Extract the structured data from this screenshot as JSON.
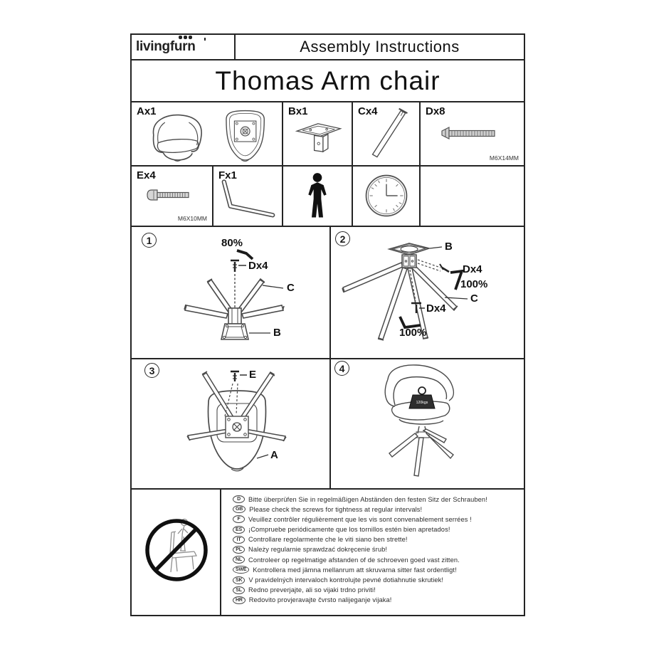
{
  "header": {
    "logo": "livingfurn",
    "title": "Assembly Instructions"
  },
  "product": {
    "title": "Thomas Arm chair"
  },
  "parts": {
    "ax1": {
      "code": "Ax1"
    },
    "bx1": {
      "code": "Bx1"
    },
    "cx4": {
      "code": "Cx4"
    },
    "dx8": {
      "code": "Dx8",
      "size": "M6X14MM"
    },
    "ex4": {
      "code": "Ex4",
      "size": "M6X10MM"
    },
    "fx1": {
      "code": "Fx1"
    }
  },
  "steps": {
    "s1": {
      "num": "1",
      "torque": "80%",
      "screw_label": "Dx4",
      "leg_label": "C",
      "base_label": "B"
    },
    "s2": {
      "num": "2",
      "base_label": "B",
      "screw_label_top": "Dx4",
      "torque_top": "100%",
      "leg_label": "C",
      "screw_label_bottom": "Dx4",
      "torque_bottom": "100%"
    },
    "s3": {
      "num": "3",
      "bolt_label": "E",
      "seat_label": "A"
    },
    "s4": {
      "num": "4",
      "weight_label": "120kgs"
    }
  },
  "notices": [
    {
      "lang": "D",
      "text": "Bitte überprüfen Sie in regelmäßigen Abständen den festen Sitz der Schrauben!"
    },
    {
      "lang": "GB",
      "text": "Please check the screws for tightness at regular intervals!"
    },
    {
      "lang": "F",
      "text": "Veuillez contrôler régulièrement que les vis sont convenablement serrées !"
    },
    {
      "lang": "ES",
      "text": "¡Compruebe periódicamente que los tornillos estén bien apretados!"
    },
    {
      "lang": "IT",
      "text": "Controllare regolarmente che le viti siano ben strette!"
    },
    {
      "lang": "PL",
      "text": "Należy regularnie sprawdzać dokręcenie śrub!"
    },
    {
      "lang": "NL",
      "text": "Controleer op regelmatige afstanden of de schroeven goed vast zitten."
    },
    {
      "lang": "SWE",
      "text": "Kontrollera med jämna mellanrum att skruvarna sitter fast ordentligt!"
    },
    {
      "lang": "SK",
      "text": "V pravidelných intervaloch kontrolujte pevné dotiahnutie skrutiek!"
    },
    {
      "lang": "SL",
      "text": "Redno preverjajte, ali so vijaki trdno priviti!"
    },
    {
      "lang": "HR",
      "text": "Redovito provjeravajte čvrsto nalijeganje vijaka!"
    }
  ]
}
